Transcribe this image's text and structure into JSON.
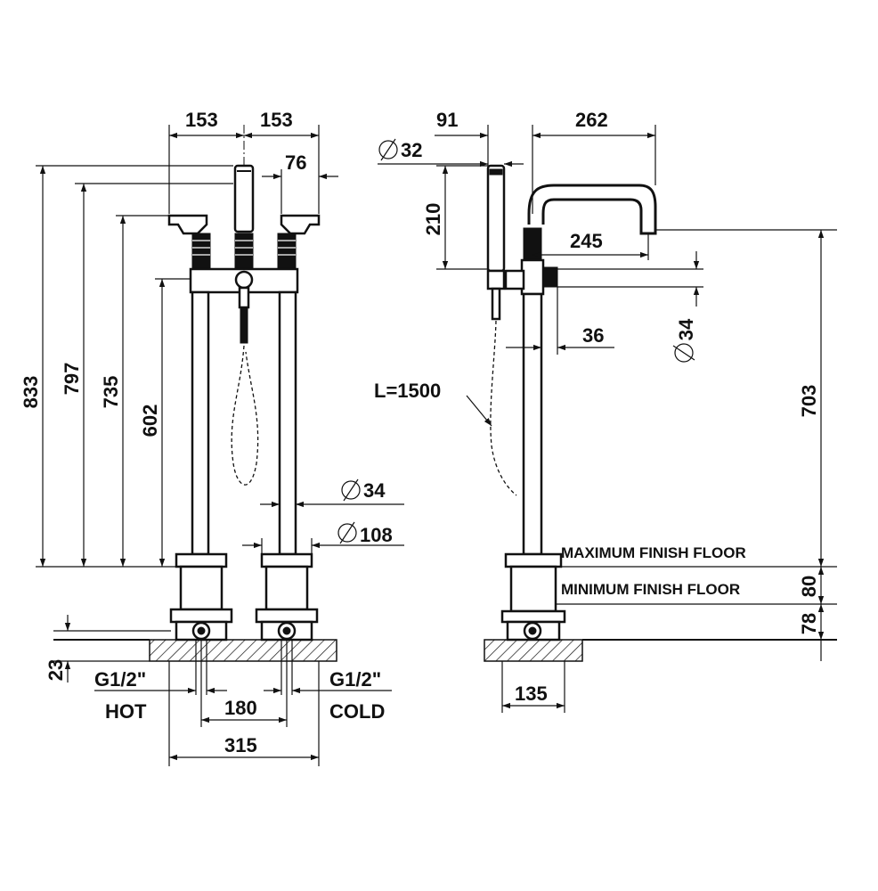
{
  "front_view": {
    "dims": {
      "spacing_left": "153",
      "spacing_right": "153",
      "handle_offset": "76",
      "height_total": "833",
      "height_spout": "797",
      "height_handles": "735",
      "height_body": "602",
      "base_depth": "23",
      "riser_diameter": "34",
      "base_diameter": "108",
      "inlet_spacing": "180",
      "overall_width": "315"
    },
    "connections": {
      "hot_thread": "G1/2\"",
      "hot_label": "HOT",
      "cold_thread": "G1/2\"",
      "cold_label": "COLD"
    }
  },
  "side_view": {
    "dims": {
      "handshower_offset": "91",
      "spout_reach": "262",
      "handshower_diameter": "32",
      "handshower_length": "210",
      "spout_to_body": "245",
      "body_diameter": "34",
      "body_offset": "36",
      "hose_length": "L=1500",
      "spout_height": "703",
      "floor_range": "80",
      "base_height": "78",
      "base_width": "135"
    },
    "labels": {
      "max_floor": "MAXIMUM FINISH FLOOR",
      "min_floor": "MINIMUM FINISH FLOOR"
    }
  }
}
